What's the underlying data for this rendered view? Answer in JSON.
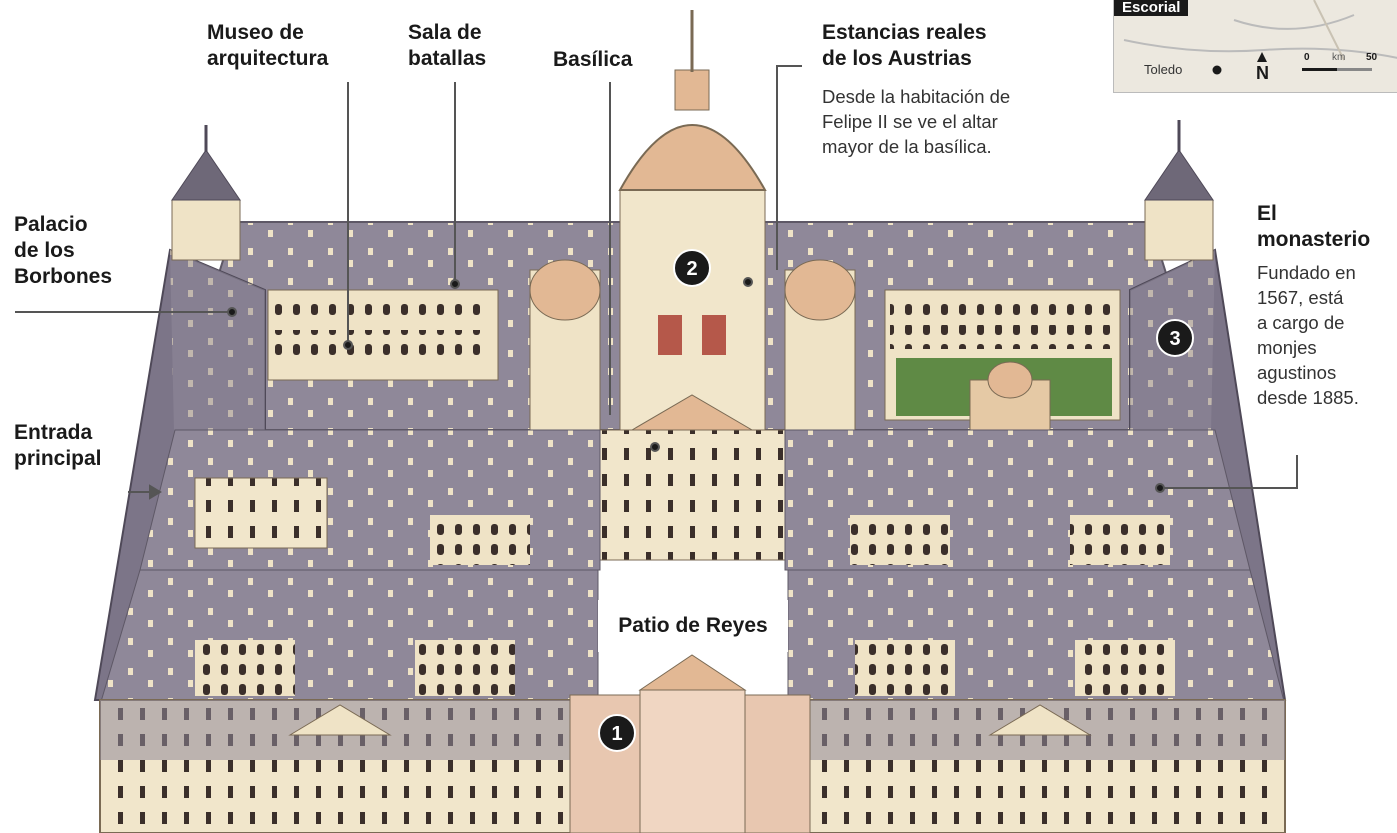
{
  "labels": {
    "museo": [
      "Museo de",
      "arquitectura"
    ],
    "sala": [
      "Sala de",
      "batallas"
    ],
    "basilica": "Basílica",
    "estancias": [
      "Estancias reales",
      "de los Austrias"
    ],
    "estancias_desc": [
      "Desde la habitación de",
      "Felipe II se ve el altar",
      "mayor de la basílica."
    ],
    "palacio": [
      "Palacio",
      "de los",
      "Borbones"
    ],
    "entrada": [
      "Entrada",
      "principal"
    ],
    "monasterio": [
      "El",
      "monasterio"
    ],
    "monasterio_desc": [
      "Fundado en",
      "1567, está",
      "a cargo de",
      "monjes",
      "agustinos",
      "desde 1885."
    ],
    "patio": "Patio de Reyes"
  },
  "badges": [
    "1",
    "2",
    "3"
  ],
  "inset_map": {
    "title": "Escorial",
    "city": "Toledo",
    "north": "N",
    "scale_start": "0",
    "scale_unit": "km",
    "scale_end": "50"
  },
  "colors": {
    "roof": "#8f8899",
    "roof_dark": "#6e6878",
    "wall": "#efe3c6",
    "wall_shadow": "#d9c8a3",
    "dome": "#e2b894",
    "window": "#3b2f2a",
    "garden": "#5f8a45",
    "badge": "#1a1a1a",
    "line": "#555555"
  }
}
